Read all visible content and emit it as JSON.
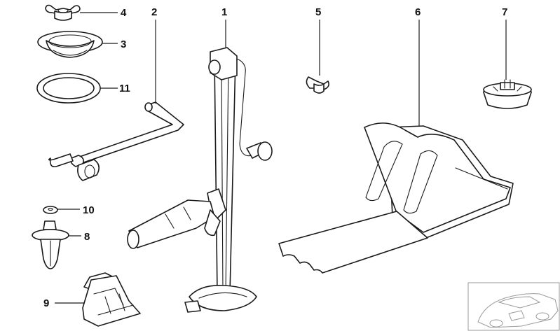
{
  "parts": [
    {
      "id": "jack",
      "label": "1"
    },
    {
      "id": "crank-handle",
      "label": "2"
    },
    {
      "id": "cup-washer",
      "label": "3"
    },
    {
      "id": "wing-nut-top",
      "label": "4"
    },
    {
      "id": "wing-nut",
      "label": "5"
    },
    {
      "id": "wheel-chock",
      "label": "6"
    },
    {
      "id": "rubber-buffer",
      "label": "7"
    },
    {
      "id": "expanding-rivet",
      "label": "8"
    },
    {
      "id": "holder-clip",
      "label": "9"
    },
    {
      "id": "washer",
      "label": "10"
    },
    {
      "id": "sealing-ring",
      "label": "11"
    }
  ]
}
